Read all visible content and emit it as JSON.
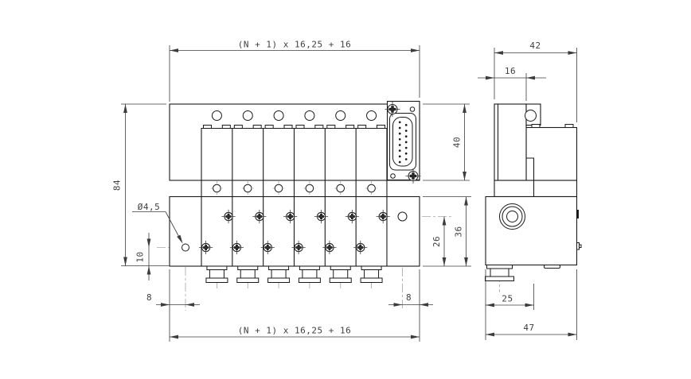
{
  "drawing": {
    "kind": "pneumatic valve manifold dimensional drawing",
    "views": [
      "front",
      "side"
    ]
  },
  "colors": {
    "background": "#ffffff",
    "body_line": "#1a1a1a",
    "dimension_line": "#3c3c3c",
    "centerline": "#a8a8a8",
    "text": "#3f3f3f"
  },
  "front_view": {
    "station_count": 6,
    "connector": {
      "pin_count": 15,
      "pin_columns": [
        8,
        7
      ]
    },
    "dims": {
      "top_length": "(N + 1) x 16,25 + 16",
      "bottom_length": "(N + 1) x 16,25 + 16",
      "overall_height": "84",
      "upper_body_height": "40",
      "base_height": "36",
      "port_row_height": "26",
      "hole_offset": "10",
      "left_edge_offset": "8",
      "right_edge_offset": "8",
      "hole_diameter": "Ø4,5"
    }
  },
  "side_view": {
    "dims": {
      "overall_width": "42",
      "pilot_width": "16",
      "port_offset": "25",
      "overall_depth": "47"
    }
  }
}
